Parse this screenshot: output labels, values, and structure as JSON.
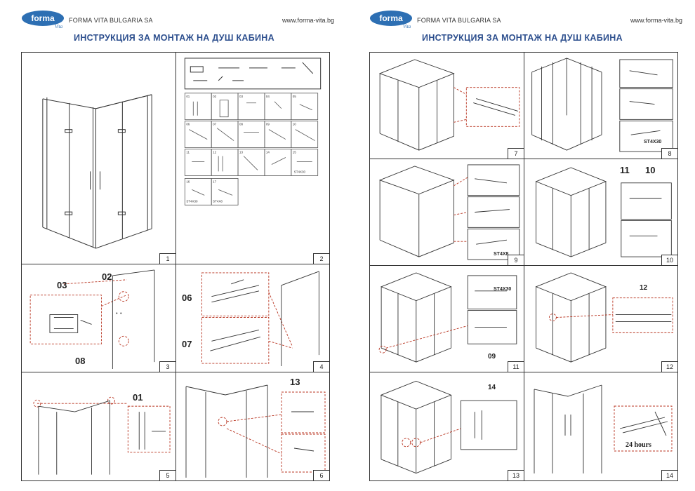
{
  "header": {
    "logo_text": "forma",
    "logo_sub": "Vita",
    "company": "FORMA VITA BULGARIA SA",
    "website": "www.forma-vita.bg",
    "title": "ИНСТРУКЦИЯ ЗА МОНТАЖ НА ДУШ КАБИНА"
  },
  "steps_left": [
    "1",
    "2",
    "3",
    "4",
    "5",
    "6"
  ],
  "steps_right": [
    "7",
    "8",
    "9",
    "10",
    "11",
    "12",
    "13",
    "14"
  ],
  "callouts": {
    "c02": "02",
    "c03": "03",
    "c08": "08",
    "c06": "06",
    "c07": "07",
    "c01": "01",
    "c13": "13",
    "c11": "11",
    "c10": "10",
    "c12": "12",
    "c14": "14",
    "c09": "09"
  },
  "parts": {
    "p01": "01",
    "p02": "02",
    "p03": "03",
    "p04": "04",
    "p05": "05",
    "p06": "06",
    "p07": "07",
    "p08": "08",
    "p09": "09",
    "p10": "10",
    "p11": "11",
    "p12": "12",
    "p13": "13",
    "p14": "14",
    "p15": "15",
    "p16": "16",
    "p17": "17",
    "screw1": "ST4X30",
    "screw2": "ST4X8"
  },
  "notes": {
    "st4x30": "ST4X30",
    "st4x8": "ST4X8",
    "cure_time": "24 hours"
  },
  "colors": {
    "title": "#2d4f8e",
    "dashed": "#b8331f",
    "line": "#333333"
  }
}
